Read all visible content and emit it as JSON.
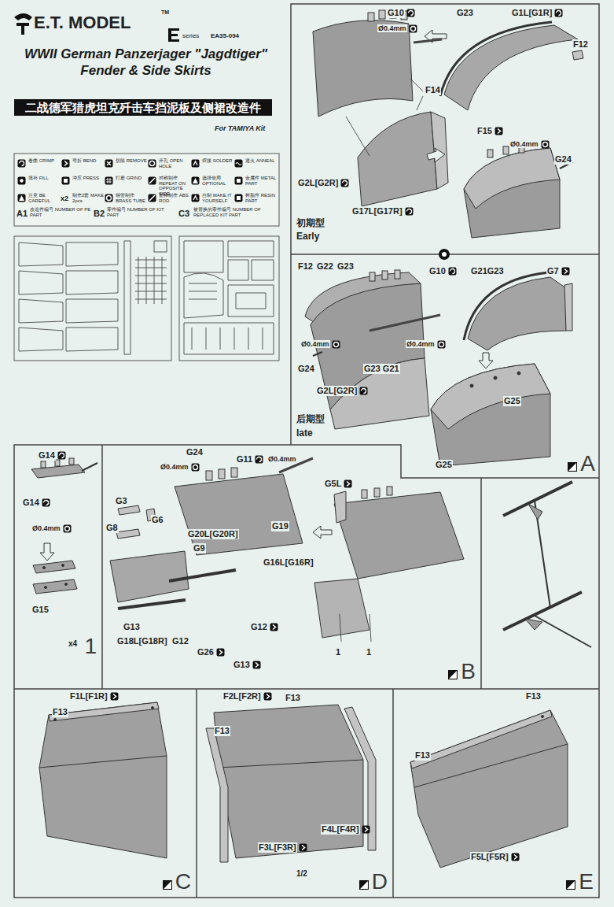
{
  "diagram": {
    "title": "WWII German Panzerjager \"Jagdtiger\" Fender & Side Skirts",
    "nodes": [
      {
        "text": [
          "A"
        ]
      },
      {
        "text": [
          "1"
        ]
      },
      {
        "text": [
          "B"
        ]
      },
      {
        "text": [
          "C"
        ]
      },
      {
        "text": [
          "D"
        ]
      },
      {
        "text": [
          "E"
        ]
      }
    ],
    "labels": [
      "E.T. MODEL",
      "TM",
      "series",
      "EA35-094",
      "二战德军猎虎坦克歼击车挡泥板及侧裙改造件",
      "For TAMIYA Kit",
      "x2",
      "A1",
      "B2",
      "C3",
      "G10",
      "Ø0.4mm",
      "G23",
      "G1L[G1R]",
      "F12",
      "F14",
      "G2L[G2R]",
      "G17L[G17R]",
      "F15",
      "Ø0.4mm",
      "G24",
      "初期型",
      "Early",
      "F12",
      "G22",
      "G23",
      "G10",
      "G21G23",
      "G7",
      "Ø0.4mm",
      "G24",
      "Ø0.4mm",
      "G23 G21",
      "G2L[G2R]",
      "G25",
      "G25",
      "后期型",
      "late",
      "G14",
      "G14",
      "Ø0.4mm",
      "G15",
      "x4",
      "G24",
      "Ø0.4mm",
      "G11",
      "Ø0.4mm",
      "G3",
      "G8",
      "G6",
      "G20L[G20R]",
      "G9",
      "G19",
      "G16L[G16R]",
      "G13",
      "G18L[G18R]",
      "G12",
      "G26",
      "G12",
      "G13",
      "G5L",
      "1",
      "1",
      "F1L[F1R]",
      "F13",
      "F2L[F2R]",
      "F13",
      "F13",
      "F4L[F4R]",
      "F3L[F3R]",
      "F13",
      "F13",
      "F5L[F5R]",
      "1/2"
    ],
    "legend": [
      {
        "text": "卷曲 CRIMP"
      },
      {
        "text": "弯折 BEND"
      },
      {
        "text": "切除 REMOVE"
      },
      {
        "text": "开孔 OPEN HOLE"
      },
      {
        "text": "焊接 SOLDER"
      },
      {
        "text": "退火 ANNEAL"
      },
      {
        "text": "填补 FILL"
      },
      {
        "text": "冲压 PRESS"
      },
      {
        "text": "打磨 GRIND"
      },
      {
        "text": "对称制作 REPEAT ON OPPOSITE SIDE"
      },
      {
        "text": "选择使用 OPTIONAL"
      },
      {
        "text": "金属件 METAL PART"
      },
      {
        "text": "注意 BE CAREFUL"
      },
      {
        "text": "制作2套 MAKE 2pcs"
      },
      {
        "text": "铜管制作 BRASS TUBE"
      },
      {
        "text": "塑棒制作 ABS ROD"
      },
      {
        "text": "自制 MAKE IT YOURSELF"
      },
      {
        "text": "树脂件 RESIN PART"
      },
      {
        "text": "改造件编号 NUMBER OF PE PART"
      },
      {
        "text": "零件编号 NUMBER OF KIT PART"
      },
      {
        "text": "被替换的零件编号 NUMBER OF REPLACED KIT PART"
      }
    ]
  }
}
